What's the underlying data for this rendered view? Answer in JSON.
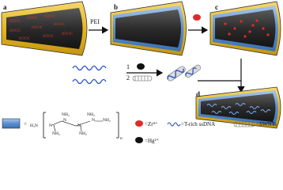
{
  "panels": {
    "a": {
      "label": "a",
      "hooc_text": "HOOC"
    },
    "b": {
      "label": "b"
    },
    "c": {
      "label": "c"
    },
    "d": {
      "label": "d"
    }
  },
  "arrows": {
    "a_to_b": "PEI",
    "step1": "1",
    "step2": "2"
  },
  "legend": {
    "zr": "=Zr⁴⁺",
    "hg": "=Hg²⁺",
    "ssdna": "=T-rich ssDNA",
    "swnt": "=SWNTs",
    "equals": "=",
    "pei_nh2": "NH₂",
    "pei_n": "N",
    "pei_h2n": "H₂N",
    "pei_sub": "n"
  },
  "colors": {
    "tube_outer": "#e8c030",
    "tube_inner": "#2b2b2b",
    "pei_layer": "#5b8fd0",
    "zr": "#e02a2a",
    "hg": "#111111",
    "dna": "#2a55c8"
  }
}
